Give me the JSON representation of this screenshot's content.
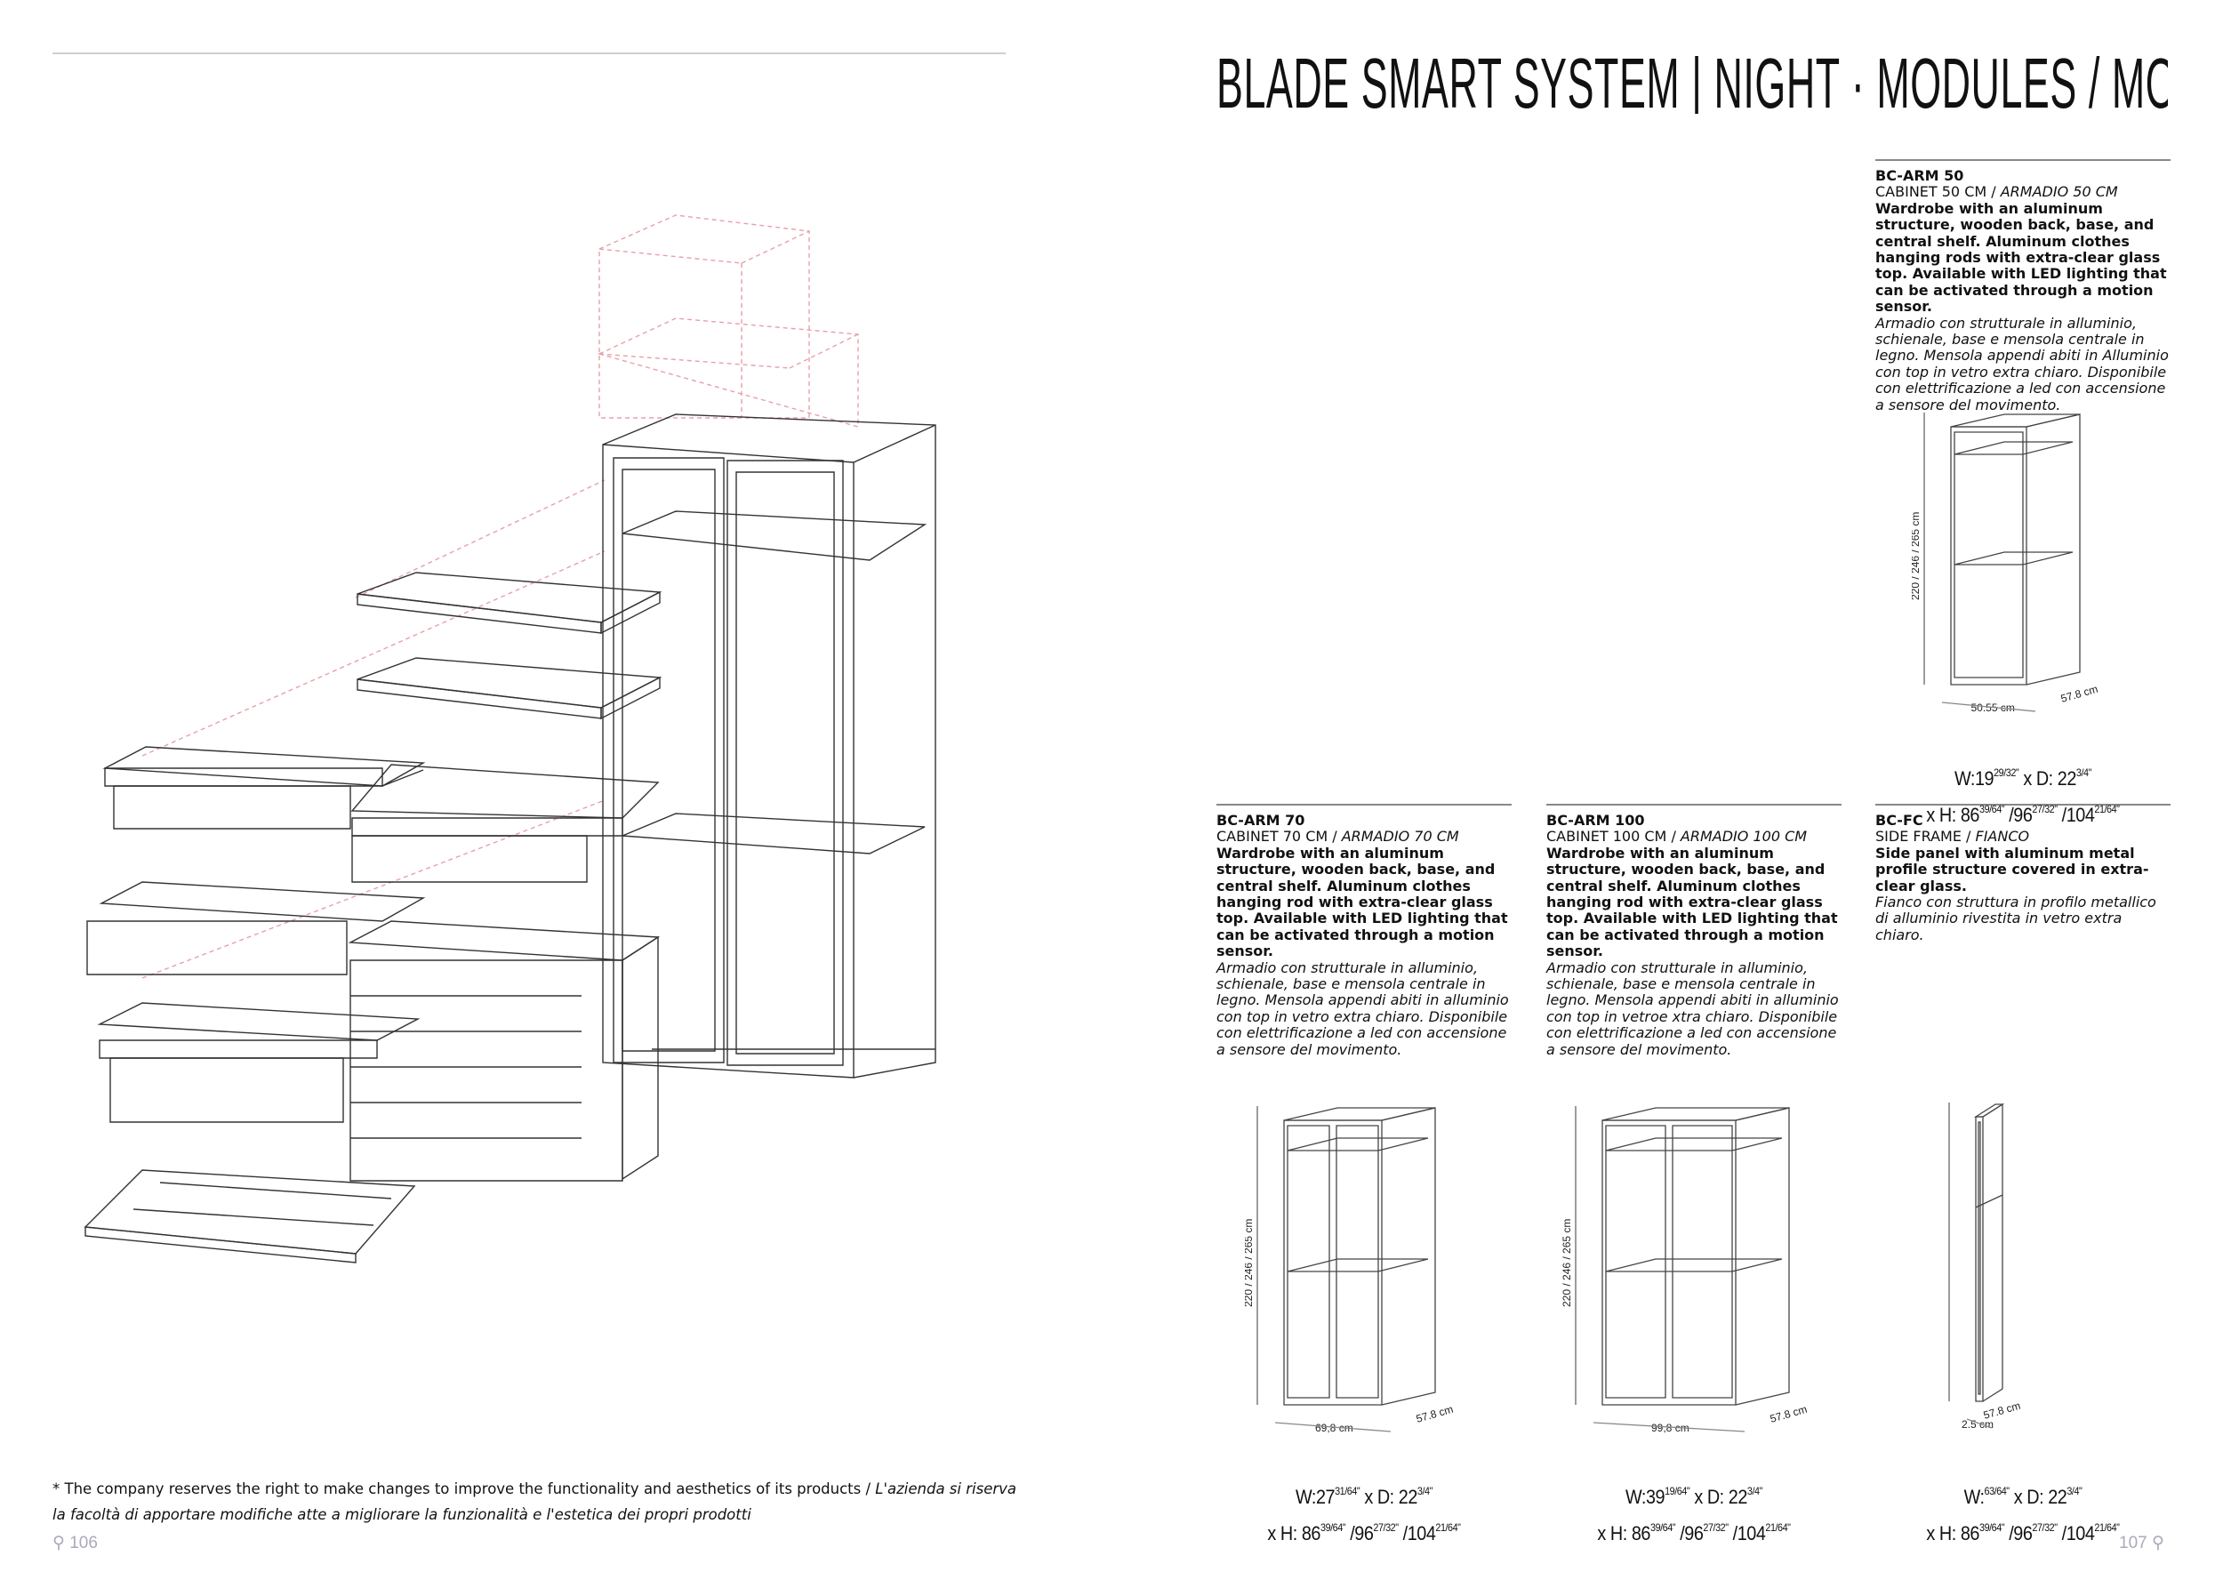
{
  "header": {
    "title": "BLADE SMART SYSTEM | NIGHT · MODULES / MODULI"
  },
  "modules": [
    {
      "code": "BC-ARM 50",
      "name_en": "CABINET 50 CM",
      "name_it": "ARMADIO 50 CM",
      "desc_en": "Wardrobe with an aluminum structure, wooden back, base, and central shelf. Aluminum clothes hanging rods with extra-clear glass top. Available with LED lighting that can be activated through a motion sensor.",
      "desc_it": "Armadio con strutturale in alluminio, schienale, base e mensola centrale in legno. Mensola appendi abiti in Alluminio con top in vetro extra chiaro. Disponibile con elettrificazione a led con accensione a sensore del movimento.",
      "height_label": "220 / 246 / 265 cm",
      "width_label": "50.55 cm",
      "depth_label": "57.8 cm",
      "dims": {
        "w": "W:19",
        "w_frac": "29/32\"",
        "d": "x D: 22",
        "d_frac": "3/4\"",
        "h": "x H: 86",
        "h1_frac": "39/64\"",
        "h2": "/96",
        "h2_frac": "27/32\"",
        "h3": "/104",
        "h3_frac": "21/64\""
      }
    },
    {
      "code": "BC-ARM 70",
      "name_en": "CABINET 70 CM",
      "name_it": "ARMADIO 70 CM",
      "desc_en": "Wardrobe with an aluminum structure, wooden back, base, and central shelf. Aluminum clothes hanging rod with extra-clear glass top. Available with LED lighting that can be activated through a motion sensor.",
      "desc_it": "Armadio con strutturale in alluminio, schienale, base e mensola centrale in legno. Mensola appendi abiti in alluminio con top in vetro extra chiaro. Disponibile con elettrificazione a led con accensione a sensore del movimento.",
      "height_label": "220 / 246 / 265 cm",
      "width_label": "69,8 cm",
      "depth_label": "57.8 cm",
      "dims": {
        "w": "W:27",
        "w_frac": "31/64\"",
        "d": "x D: 22",
        "d_frac": "3/4\"",
        "h": "x H: 86",
        "h1_frac": "39/64\"",
        "h2": "/96",
        "h2_frac": "27/32\"",
        "h3": "/104",
        "h3_frac": "21/64\""
      }
    },
    {
      "code": "BC-ARM 100",
      "name_en": "CABINET 100 CM",
      "name_it": "ARMADIO 100 CM",
      "desc_en": "Wardrobe with an aluminum structure, wooden back, base, and central shelf. Aluminum clothes hanging rod with extra-clear glass top. Available with LED lighting that can be activated through a motion sensor.",
      "desc_it": "Armadio con strutturale in alluminio, schienale, base e mensola centrale in legno. Mensola appendi abiti in alluminio con top in vetroe xtra chiaro. Disponibile con elettrificazione a led con accensione a sensore del movimento.",
      "height_label": "220 / 246 / 265 cm",
      "width_label": "99,8 cm",
      "depth_label": "57.8 cm",
      "dims": {
        "w": "W:39",
        "w_frac": "19/64\"",
        "d": "x D: 22",
        "d_frac": "3/4\"",
        "h": "x H: 86",
        "h1_frac": "39/64\"",
        "h2": "/96",
        "h2_frac": "27/32\"",
        "h3": "/104",
        "h3_frac": "21/64\""
      }
    },
    {
      "code": "BC-FC",
      "name_en": "SIDE FRAME",
      "name_it": "FIANCO",
      "desc_en": "Side panel with aluminum metal profile structure covered in extra-clear glass.",
      "desc_it": "Fianco con struttura in profilo metallico di alluminio rivestita in vetro extra chiaro.",
      "height_label": "220 / 246 / 265 cm",
      "width_label": "2.5 cm",
      "depth_label": "57.8 cm",
      "dims": {
        "w": "W:",
        "w_frac": "63/64\"",
        "d": "x D: 22",
        "d_frac": "3/4\"",
        "h": "x H: 86",
        "h1_frac": "39/64\"",
        "h2": "/96",
        "h2_frac": "27/32\"",
        "h3": "/104",
        "h3_frac": "21/64\""
      }
    }
  ],
  "footer": {
    "note_en": "* The company reserves the right to make changes to improve the functionality and aesthetics of its products / ",
    "note_it_1": "L'azienda si riserva",
    "note_it_2": "la facoltà di apportare modifiche atte a migliorare la funzionalità e l'estetica dei propri prodotti",
    "page_left": "106",
    "page_right": "107"
  },
  "colors": {
    "line": "#333333",
    "accent_dashed": "#e8a0a8",
    "rule": "#888888"
  }
}
